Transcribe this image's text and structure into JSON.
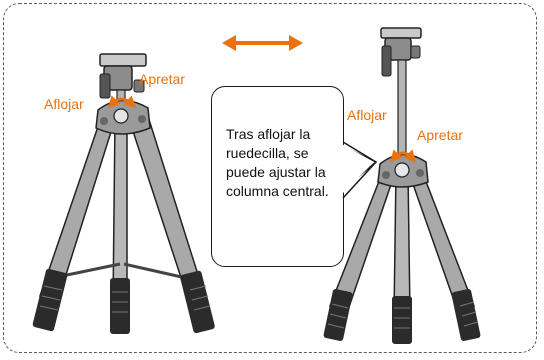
{
  "diagram": {
    "labels": {
      "loosen_left": "Aflojar",
      "tighten_left": "Apretar",
      "loosen_right": "Aflojar",
      "tighten_right": "Apretar"
    },
    "callout_text": "Tras aflojar la ruedecilla, se puede ajustar la columna central.",
    "colors": {
      "accent": "#e8720c",
      "frame": "#5c5c5c",
      "tripod_metal": "#9a9a9a",
      "tripod_dark": "#2b2b2b"
    },
    "icons": [
      "double-arrow-icon",
      "tripod-left-illustration",
      "tripod-right-illustration"
    ]
  }
}
